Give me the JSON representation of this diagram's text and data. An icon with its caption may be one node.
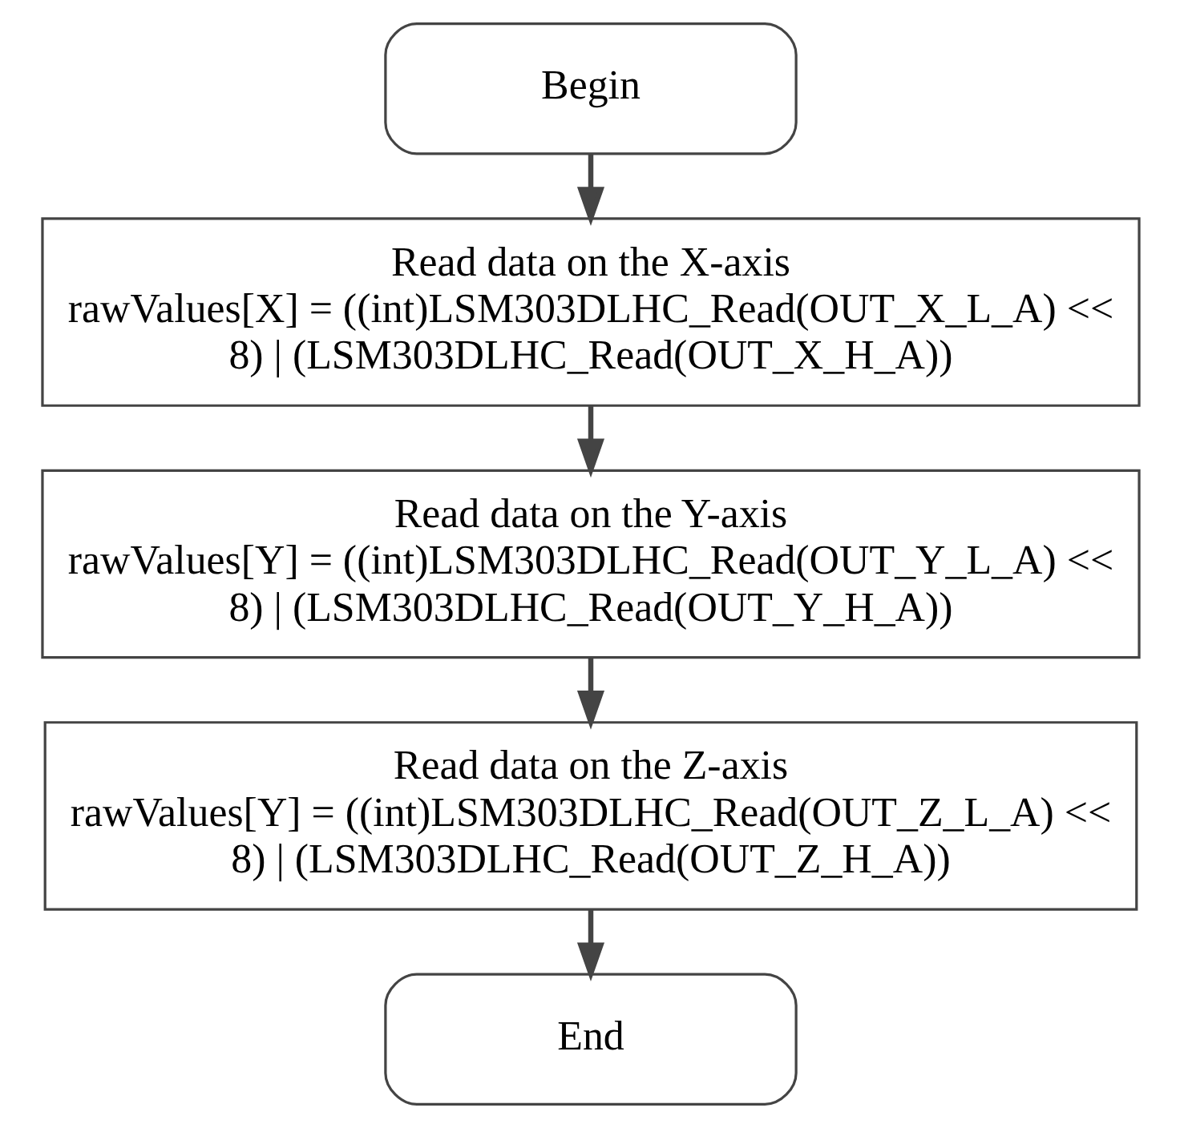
{
  "diagram": {
    "nodes": [
      {
        "text": [
          "Begin"
        ]
      },
      {
        "text": [
          "Read data on the X-axis",
          "rawValues[X] = ((int)LSM303DLHC_Read(OUT_X_L_A) << 8) | (LSM303DLHC_Read(OUT_X_H_A))"
        ]
      },
      {
        "text": [
          "Read data on the Y-axis",
          "rawValues[Y] = ((int)LSM303DLHC_Read(OUT_Y_L_A) << 8) | (LSM303DLHC_Read(OUT_Y_H_A))"
        ]
      },
      {
        "text": [
          "Read data on the Z-axis",
          "rawValues[Y] = ((int)LSM303DLHC_Read(OUT_Z_L_A) << 8) | (LSM303DLHC_Read(OUT_Z_H_A))"
        ]
      },
      {
        "text": [
          "End"
        ]
      }
    ],
    "edges": [
      {
        "from": 0,
        "to": 1,
        "arrow": "to"
      },
      {
        "from": 1,
        "to": 2,
        "arrow": "to"
      },
      {
        "from": 2,
        "to": 3,
        "arrow": "to"
      },
      {
        "from": 3,
        "to": 4,
        "arrow": "to"
      }
    ]
  }
}
